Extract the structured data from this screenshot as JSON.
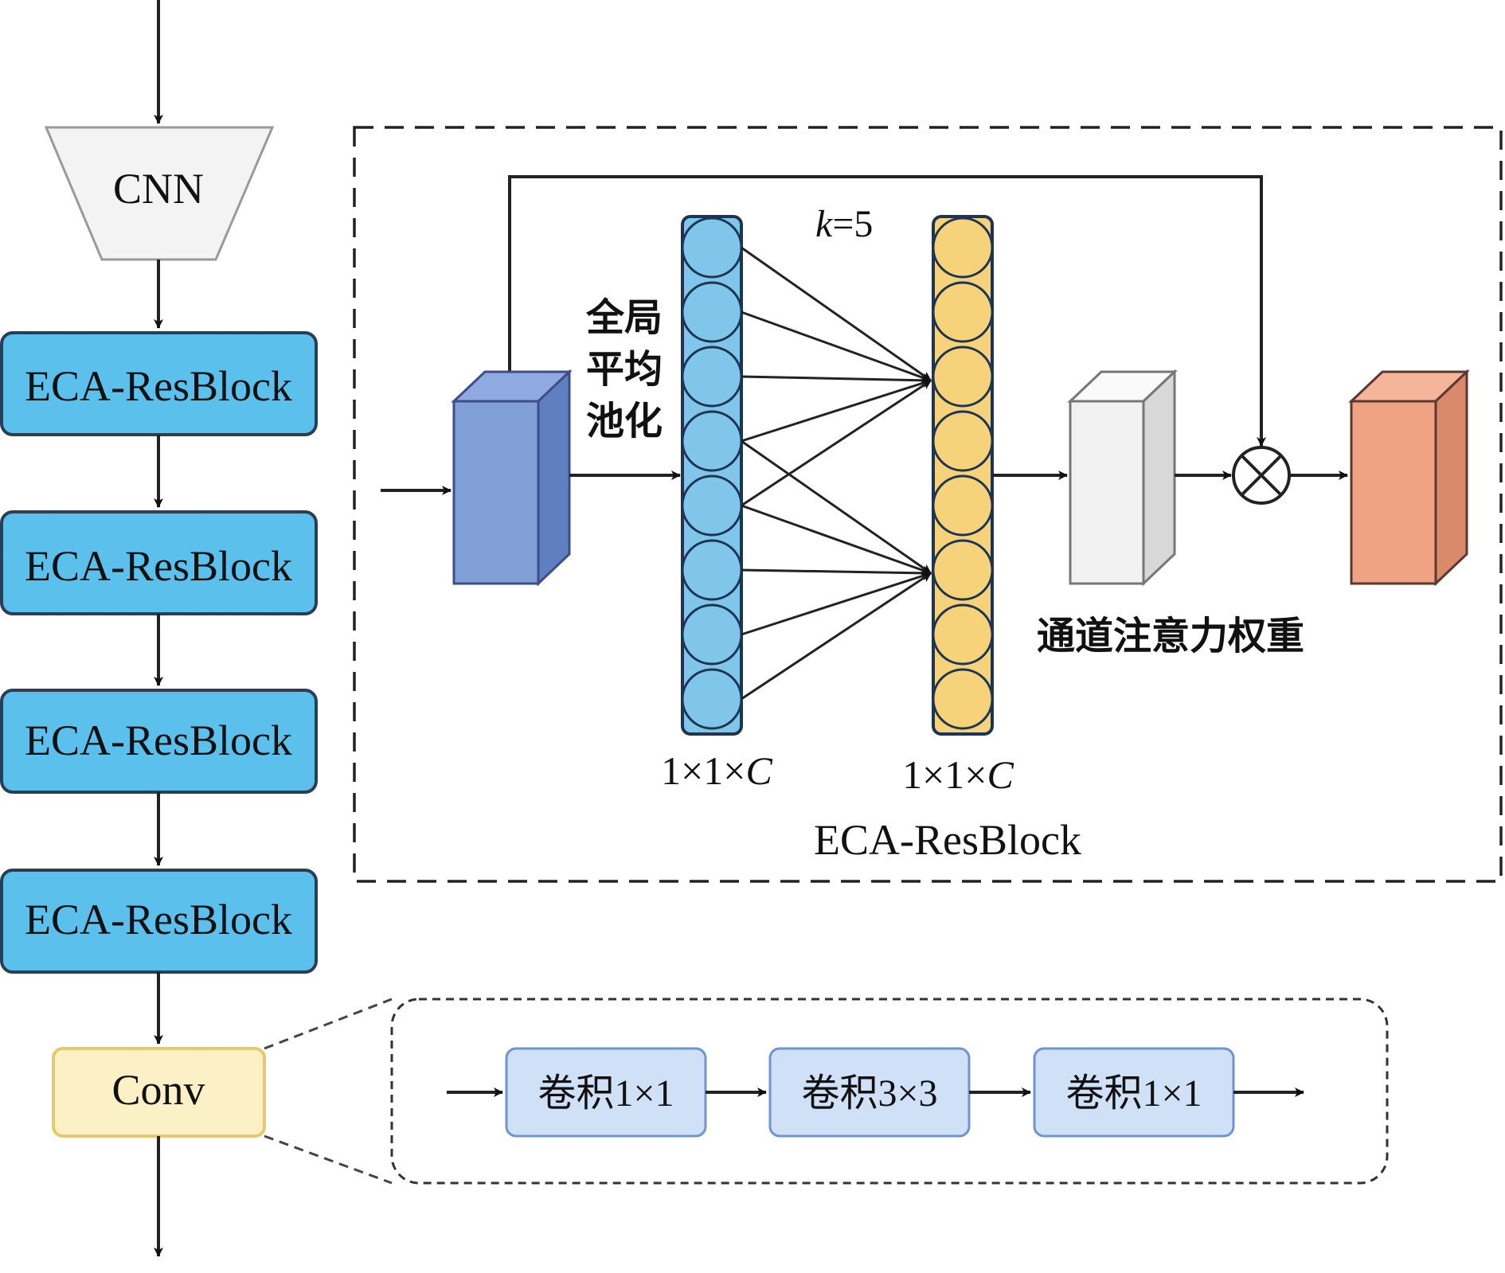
{
  "diagram": {
    "backbone": {
      "cnn_label": "CNN",
      "resblocks": [
        "ECA-ResBlock",
        "ECA-ResBlock",
        "ECA-ResBlock",
        "ECA-ResBlock"
      ],
      "conv_label": "Conv"
    },
    "eca_detail": {
      "pooling_label_lines": [
        "全局",
        "平均",
        "池化"
      ],
      "k_label_prefix": "k",
      "k_label_suffix": "=5",
      "dim_label_left_prefix": "1×1×",
      "dim_label_left_var": "C",
      "dim_label_right_prefix": "1×1×",
      "dim_label_right_var": "C",
      "weights_label": "通道注意力权重",
      "caption": "ECA-ResBlock"
    },
    "conv_detail": {
      "steps": [
        "卷积1×1",
        "卷积3×3",
        "卷积1×1"
      ]
    },
    "colors": {
      "resblock_fill": "#5bc0eb",
      "resblock_stroke": "#2a3f55",
      "conv_fill": "#fcf1c6",
      "conv_stroke": "#e6c96a",
      "cnn_fill": "#f3f3f3",
      "feature_cube_front": "#7f9fd6",
      "feature_cube_side": "#5f7fc0",
      "blue_neuron": "#7fc6ea",
      "orange_neuron": "#f6d27a",
      "weight_cube_front": "#f2f2f2",
      "weight_cube_side": "#d8d8d8",
      "output_cube_front": "#f0a383",
      "output_cube_side": "#d88a6a",
      "step_fill": "#cfe0f7",
      "step_stroke": "#6f94cf"
    }
  }
}
